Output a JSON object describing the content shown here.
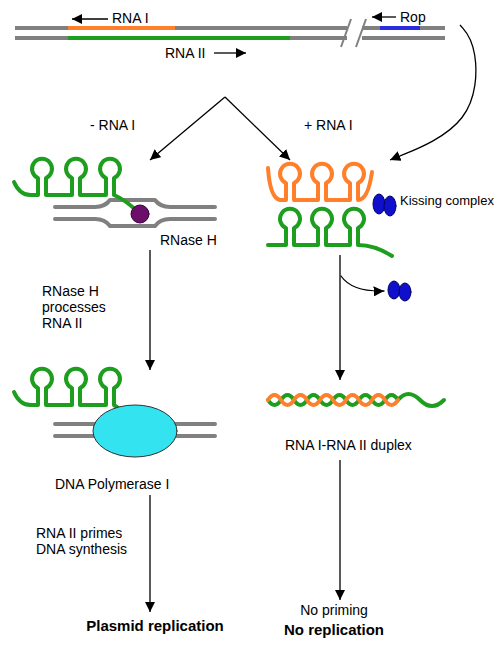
{
  "diagram": {
    "nodes": [
      {
        "text": [
          "RNA I",
          "RNA II",
          "Rop"
        ]
      },
      {
        "text": [
          "RNase H"
        ]
      },
      {
        "text": [
          "Kissing complex"
        ]
      },
      {
        "text": [
          "DNA Polymerase I"
        ]
      },
      {
        "text": [
          "RNA I-RNA II duplex"
        ]
      },
      {
        "text": [
          "Plasmid replication"
        ]
      },
      {
        "text": [
          "No priming",
          "No replication"
        ]
      }
    ],
    "edges": [
      {
        "from": 0,
        "to": 1,
        "arrow": "to",
        "label": "- RNA I"
      },
      {
        "from": 0,
        "to": 2,
        "arrow": "to",
        "label": "+ RNA I"
      },
      {
        "from": 0,
        "to": 2,
        "arrow": "to"
      },
      {
        "from": 1,
        "to": 3,
        "arrow": "to",
        "label": "RNase H processes RNA II"
      },
      {
        "from": 2,
        "to": 4,
        "arrow": "to"
      },
      {
        "from": 3,
        "to": 5,
        "arrow": "to",
        "label": "RNA II primes DNA synthesis"
      },
      {
        "from": 4,
        "to": 6,
        "arrow": "to"
      }
    ]
  }
}
